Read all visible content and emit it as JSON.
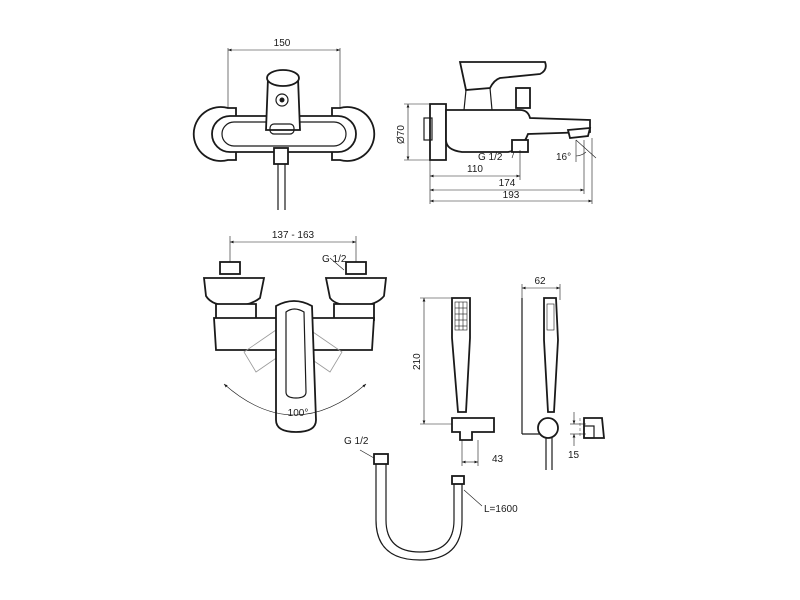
{
  "drawing": {
    "front_view": {
      "width_label": "150"
    },
    "side_view": {
      "diameter_label": "Ø70",
      "thread_label": "G 1/2",
      "angle_label": "16°",
      "dim_spout_label": "110",
      "dim_depth_label": "174",
      "dim_total_label": "193"
    },
    "bottom_view": {
      "centers_label": "137 - 163",
      "thread_label": "G 1/2",
      "rotation_label": "100°"
    },
    "hand_shower": {
      "length_label": "210",
      "holder_label": "43"
    },
    "hose": {
      "thread_label": "G 1/2",
      "length_label": "L=1600"
    },
    "holder_side": {
      "width_label": "62",
      "offset_label": "15"
    }
  }
}
